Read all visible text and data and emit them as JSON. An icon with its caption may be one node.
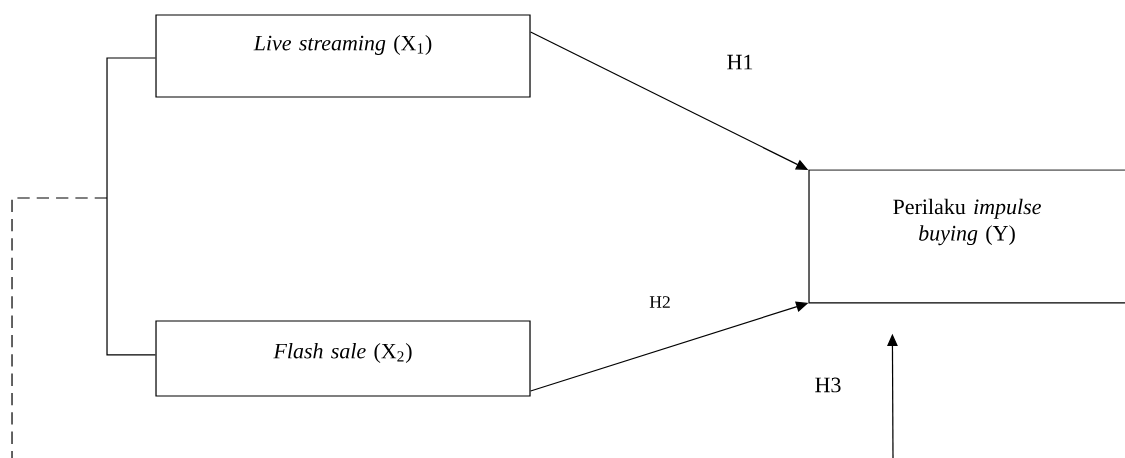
{
  "diagram": {
    "nodes": [
      {
        "text": [
          "*Live streaming* (X$_{1}$)"
        ]
      },
      {
        "text": [
          "*Flash sale* (X$_{2}$)"
        ]
      },
      {
        "text": [
          "Perilaku *impulse buying* (Y)"
        ]
      }
    ],
    "edges": [
      {
        "from": 0,
        "to": 2,
        "arrow": "to",
        "label": "H1"
      },
      {
        "from": 1,
        "to": 2,
        "arrow": "to",
        "label": "H2"
      },
      {
        "from": null,
        "to": 2,
        "arrow": "to",
        "label": "H3"
      },
      {
        "from": 0,
        "to": 1,
        "arrow": "none"
      }
    ]
  }
}
